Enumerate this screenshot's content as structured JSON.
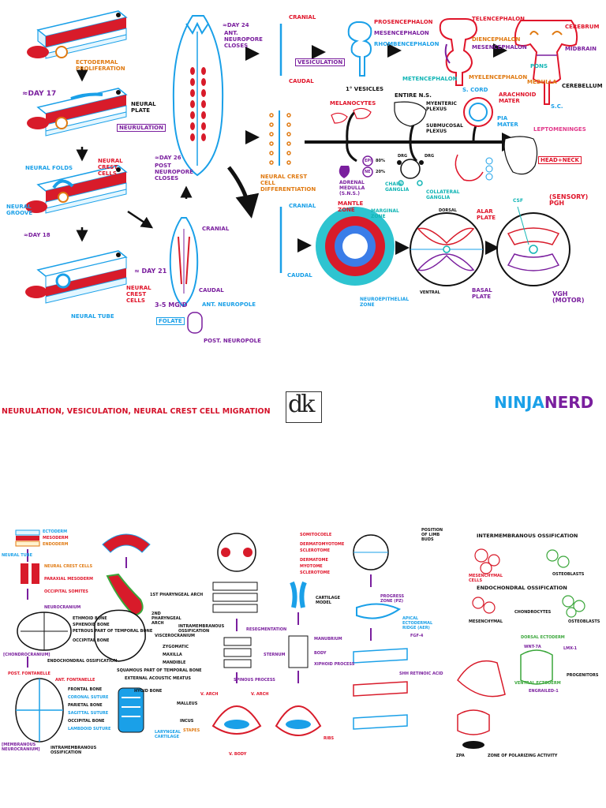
{
  "title": "NEURULATION, VESICULATION, NEURAL CREST CELL MIGRATION",
  "brand": {
    "logo_letters": "dk",
    "name_part1": "NINJA",
    "name_part2": "NERD"
  },
  "colors": {
    "blue": "#1aa0e8",
    "red": "#e0152a",
    "purple": "#7a1f9e",
    "orange": "#e07a12",
    "teal": "#12b5b5"
  },
  "neurulation": {
    "ectodermal": "ECTODERMAL PROLIFERATION",
    "day17": "≈DAY 17",
    "neural_plate": "NEURAL PLATE",
    "neurulation": "NEURULATION",
    "neural_folds": "NEURAL FOLDS",
    "crest_cells": "NEURAL CREST CELLS",
    "neural_groove": "NEURAL GROOVE",
    "day18": "≈DAY 18",
    "day21": "≈ DAY 21",
    "crest_cells2": "NEURAL CREST CELLS",
    "neural_tube": "NEURAL TUBE"
  },
  "neuropore": {
    "day24": "≈DAY 24",
    "ant_closes": "ANT. NEUROPORE CLOSES",
    "day26": "≈DAY 26",
    "post_closes": "POST NEUROPORE CLOSES",
    "cranial": "CRANIAL",
    "caudal": "CAUDAL",
    "folate_dose": "3-5 MG/D",
    "folate": "FOLATE",
    "ant_neuropole": "ANT. NEUROPOLE",
    "post_neuropole": "POST. NEUROPOLE"
  },
  "vesiculation": {
    "cranial": "CRANIAL",
    "caudal": "CAUDAL",
    "vesiculation": "VESICULATION",
    "prosencephalon": "PROSENCEPHALON",
    "mesencephalon": "MESENCEPHALON",
    "rhombencephalon": "RHOMBENCEPHALON",
    "primary_vesicles": "1° VESICLES",
    "telencephalon": "TELENCEPHALON",
    "diencephalon": "DIENCEPHALON",
    "mesencephalon2": "MESENCEPHALON",
    "metencephalon": "METENCEPHALON",
    "myelencephalon": "MYELENCEPHALON",
    "s_cord": "S. CORD",
    "cerebrum": "CEREBRUM",
    "midbrain": "MIDBRAIN",
    "pons": "PONS",
    "medulla": "MEDULLA",
    "cerebellum": "CEREBELLUM",
    "sc": "S.C."
  },
  "neural_crest": {
    "differentiation": "NEURAL CREST CELL DIFFERENTIATION",
    "melanocytes": "MELANOCYTES",
    "entire_ns": "ENTIRE N.S.",
    "myenteric": "MYENTERIC PLEXUS",
    "submucosal": "SUBMUCOSAL PLEXUS",
    "arachnoid": "ARACHNOID MATER",
    "pia": "PIA MATER",
    "leptomeninges": "LEPTOMENINGES",
    "head_neck": "HEAD+NECK",
    "epi": "EPI",
    "ne": "NE",
    "pct80": "80%",
    "pct20": "20%",
    "adrenal": "ADRENAL MEDULLA (S.N.S.)",
    "drg1": "DRG",
    "drg2": "DRG",
    "chain": "CHAIN GANGLIA",
    "collateral": "COLLATERAL GANGLIA"
  },
  "spinal": {
    "cranial": "CRANIAL",
    "caudal": "CAUDAL",
    "mantle": "MANTLE ZONE",
    "marginal": "MARGINAL ZONE",
    "neuroepithelial": "NEUROEPITHELIAL ZONE",
    "dorsal": "DORSAL",
    "ventral": "VENTRAL",
    "alar": "ALAR PLATE",
    "basal": "BASAL PLATE",
    "csf": "CSF",
    "sensory": "(SENSORY) PGH",
    "motor": "VGH (MOTOR)"
  },
  "bottom": {
    "ectoderm": "ECTODERM",
    "mesoderm": "MESODERM",
    "endoderm": "ENDODERM",
    "neural_tube": "NEURAL TUBE",
    "neural_crest": "NEURAL CREST CELLS",
    "paraxial": "PARAXIAL MESODERM",
    "occipital_somites": "OCCIPITAL SOMITES",
    "neurocranium": "NEUROCRANIUM",
    "ethmoid": "ETHMOID BONE",
    "sphenoid": "SPHENOID BONE",
    "petrous": "PETROUS PART OF TEMPORAL BONE",
    "occipital": "OCCIPITAL BONE",
    "chondrocranium": "[CHONDROCRANIUM]",
    "endochondral": "ENDOCHONDRAL OSSIFICATION",
    "post_fontanelle": "POST. FONTANELLE",
    "ant_fontanelle": "ANT. FONTANELLE",
    "frontal": "FRONTAL BONE",
    "coronal": "CORONAL SUTURE",
    "parietal": "PARIETAL BONE",
    "sagittal": "SAGITTAL SUTURE",
    "occipital2": "OCCIPITAL BONE",
    "lambdoid": "LAMBDOID SUTURE",
    "membranous": "[MEMBRANOUS NEUROCRANIUM]",
    "intramembranous": "INTRAMEMBRANOUS OSSIFICATION",
    "first_arch": "1ST PHARYNGEAL ARCH",
    "second_arch": "2ND PHARYNGEAL ARCH",
    "viscerocranium": "VISCEROCRANIUM",
    "intramembranous2": "INTRAMEMBRANOUS OSSIFICATION",
    "zygomatic": "ZYGOMATIC",
    "maxilla": "MAXILLA",
    "mandible": "MANDIBLE",
    "squamous": "SQUAMOUS PART OF TEMPORAL BONE",
    "external_acoustic": "EXTERNAL ACOUSTIC MEATUS",
    "hyoid": "HYOID BONE",
    "malleus": "MALLEUS",
    "incus": "INCUS",
    "stapes": "STAPES",
    "laryngeal": "LARYNGEAL CARTILAGE",
    "somitocoele": "SOMITOCOELE",
    "dermatomyotome": "DERMATOMYOTOME",
    "sclerotome": "SCLEROTOME",
    "dermatome": "DERMATOME",
    "myotome": "MYOTOME",
    "sclerotome2": "SCLEROTOME",
    "cartilage_model": "CARTILAGE MODEL",
    "resegmentation": "RESEGMENTATION",
    "sternum": "STERNUM",
    "manubrium": "MANUBRIUM",
    "body": "BODY",
    "xiphoid": "XIPHOID PROCESS",
    "spinous": "SPINOUS PROCESS",
    "v_arch1": "V. ARCH",
    "v_arch2": "V. ARCH",
    "v_body": "V. BODY",
    "ribs": "RIBS",
    "position_limb": "POSITION OF LIMB BUDS",
    "progress_zone": "PROGRESS ZONE (PZ)",
    "aer": "APICAL ECTODERMAL RIDGE (AER)",
    "fgf": "FGF-4",
    "shh_retinoic": "SHH RETINOIC ACID",
    "zpa": "ZPA",
    "zone_polarizing": "ZONE OF POLARIZING ACTIVITY",
    "intramembranous_title": "INTERMEMBRANOUS OSSIFICATION",
    "mesenchymal": "MESENCHYMAL CELLS",
    "osteoblasts": "OSTEOBLASTS",
    "endochondral_title": "ENDOCHONDRAL OSSIFICATION",
    "mesenchymal2": "MESENCHYMAL",
    "chondrocytes": "CHONDROCYTES",
    "osteoblasts2": "OSTEOBLASTS",
    "dorsal_ectoderm": "DORSAL ECTODERM",
    "ventral_ectoderm": "VENTRAL ECTODERM",
    "wnt7a": "WNT-7A",
    "lmx1": "LMX-1",
    "progenitors": "PROGENITORS",
    "engrailed": "ENGRAILED-1"
  }
}
